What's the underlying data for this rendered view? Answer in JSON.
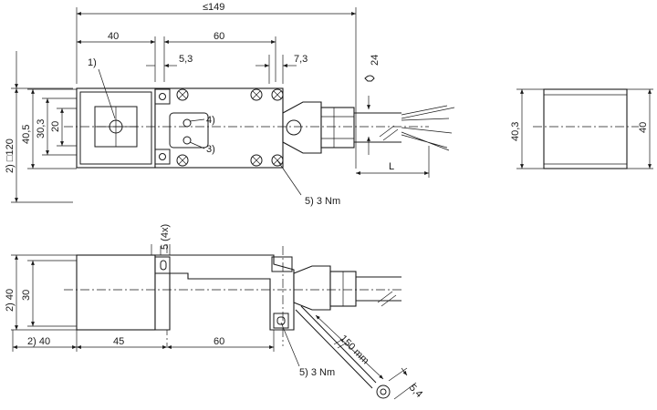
{
  "top_view": {
    "overall_length": "≤149",
    "dim_40": "40",
    "dim_60": "60",
    "dim_5_3": "5,3",
    "dim_7_3": "7,3",
    "dim_24": "24",
    "dim_L": "L",
    "dim_40_5": "40,5",
    "dim_30_3": "30,3",
    "dim_20": "20",
    "dim_2_120": "2) □120",
    "callout_1": "1)",
    "callout_4": "4)",
    "callout_3": "3)",
    "callout_5": "5)  3 Nm"
  },
  "end_view": {
    "dim_40_3": "40,3",
    "dim_40": "40"
  },
  "side_view": {
    "dim_5_4x": "5 (4x)",
    "dim_2_40": "2) 40",
    "dim_30": "30",
    "dim_b_2_40": "2)  40",
    "dim_b_45": "45",
    "dim_b_60": "60",
    "dim_150mm": "150 mm",
    "dim_5_4": "5,4",
    "callout_5": "5)  3 Nm"
  }
}
